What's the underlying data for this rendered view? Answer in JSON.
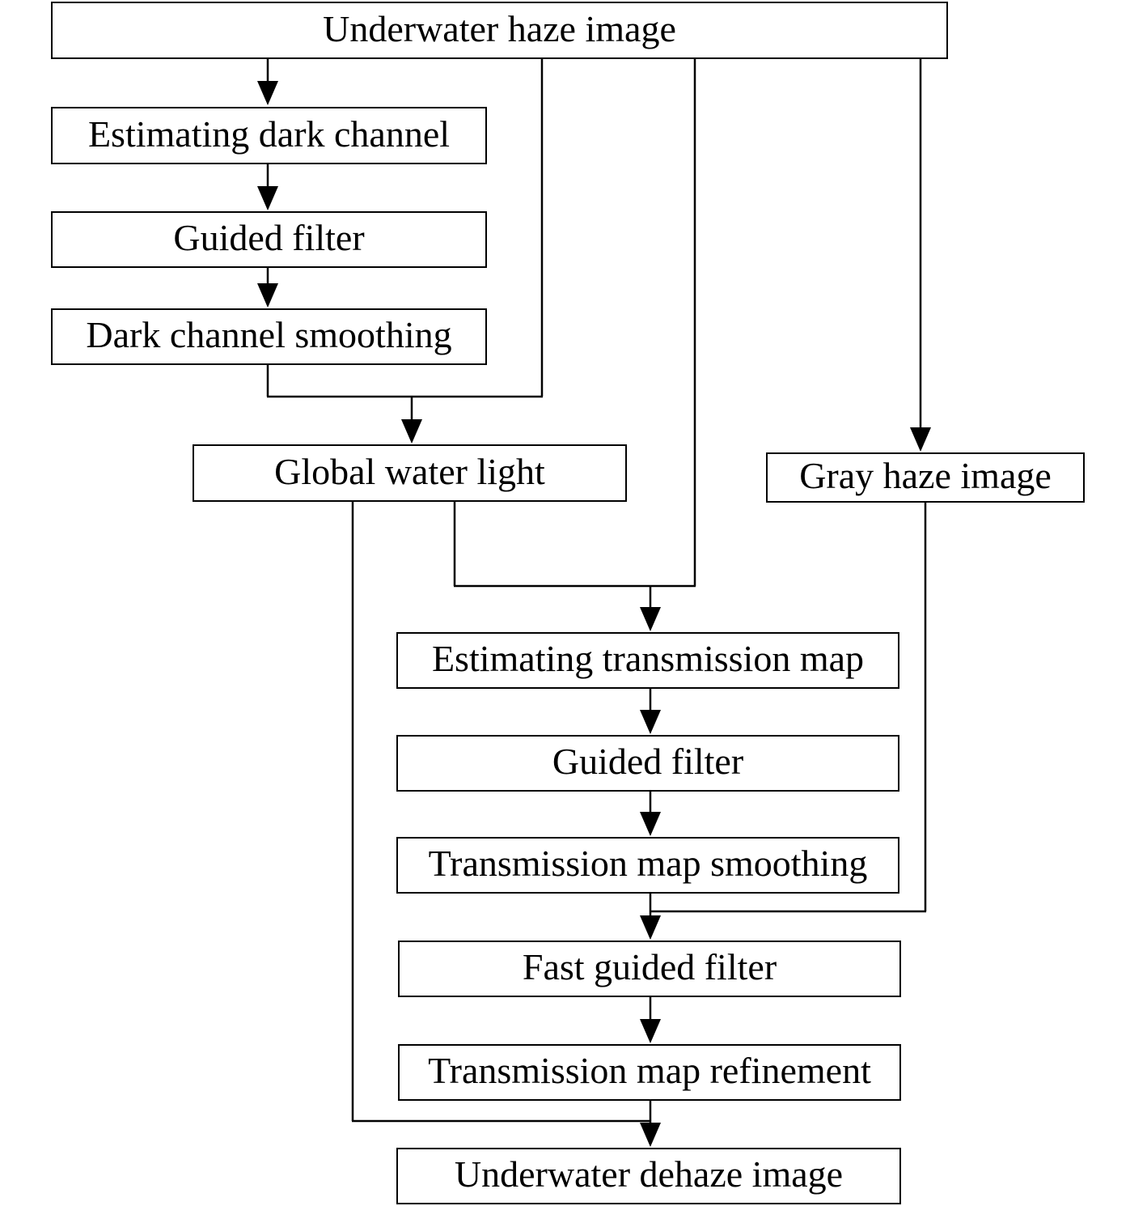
{
  "diagram": {
    "nodes": {
      "input": "Underwater haze image",
      "dark_channel": "Estimating dark channel",
      "guided_filter_1": "Guided filter",
      "dark_smoothing": "Dark channel smoothing",
      "global_light": "Global water light",
      "gray_haze": "Gray haze image",
      "transmission": "Estimating transmission map",
      "guided_filter_2": "Guided filter",
      "trans_smoothing": "Transmission map smoothing",
      "fast_guided": "Fast guided filter",
      "refinement": "Transmission map refinement",
      "output": "Underwater dehaze image"
    },
    "edges": [
      {
        "from": "input",
        "to": "dark_channel"
      },
      {
        "from": "dark_channel",
        "to": "guided_filter_1"
      },
      {
        "from": "guided_filter_1",
        "to": "dark_smoothing"
      },
      {
        "from": "dark_smoothing",
        "to": "global_light"
      },
      {
        "from": "input",
        "to": "global_light"
      },
      {
        "from": "input",
        "to": "gray_haze"
      },
      {
        "from": "global_light",
        "to": "transmission"
      },
      {
        "from": "input",
        "to": "transmission"
      },
      {
        "from": "transmission",
        "to": "guided_filter_2"
      },
      {
        "from": "guided_filter_2",
        "to": "trans_smoothing"
      },
      {
        "from": "trans_smoothing",
        "to": "fast_guided"
      },
      {
        "from": "gray_haze",
        "to": "fast_guided"
      },
      {
        "from": "fast_guided",
        "to": "refinement"
      },
      {
        "from": "refinement",
        "to": "output"
      },
      {
        "from": "global_light",
        "to": "output"
      }
    ]
  }
}
